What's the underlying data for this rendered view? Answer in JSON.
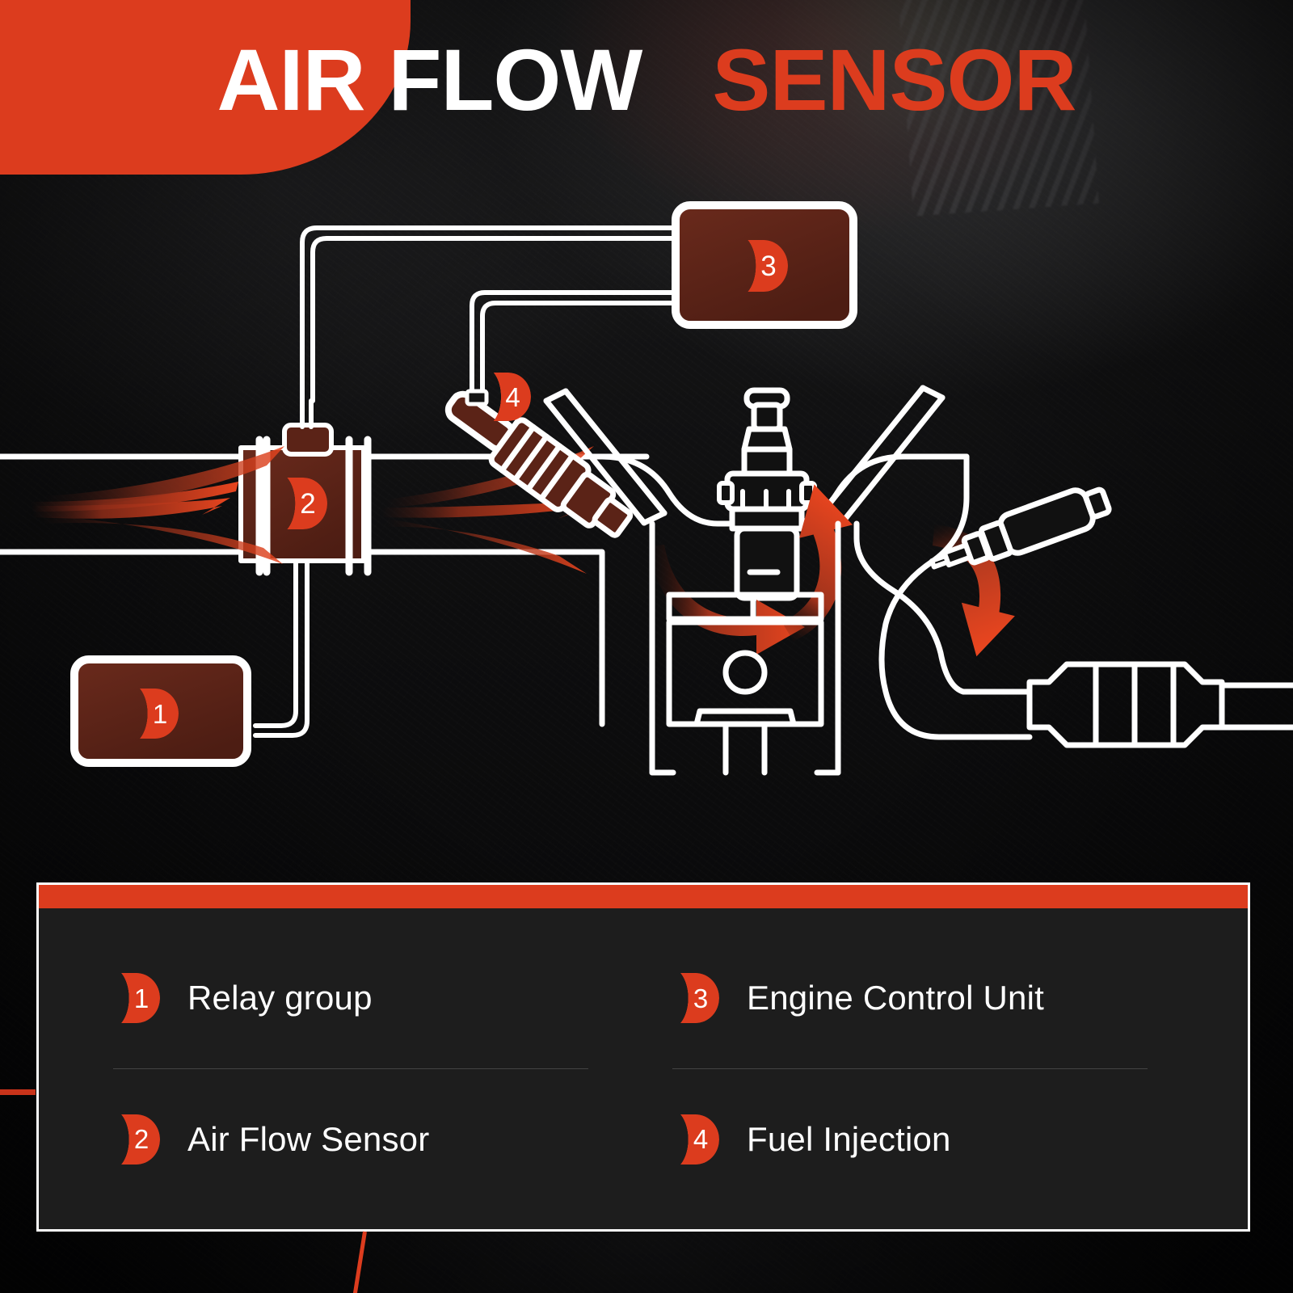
{
  "header": {
    "title_part1": "AIR FLOW",
    "title_part2": "SENSOR",
    "accent_color": "#dc3c1e"
  },
  "colors": {
    "accent": "#dc3c1e",
    "panel_bg": "#1d1d1d",
    "component_fill": "#5b2317",
    "stroke": "#ffffff",
    "background": "#0b0b0b"
  },
  "diagram": {
    "callouts": [
      {
        "id": "1",
        "name": "relay-group-box",
        "label": "1"
      },
      {
        "id": "2",
        "name": "air-flow-sensor-body",
        "label": "2"
      },
      {
        "id": "3",
        "name": "engine-control-unit-box",
        "label": "3"
      },
      {
        "id": "4",
        "name": "fuel-injector",
        "label": "4"
      }
    ],
    "parts": [
      "intake-duct",
      "air-flow-sensor",
      "fuel-injector",
      "spark-plug",
      "intake-valve",
      "exhaust-valve",
      "piston",
      "cylinder",
      "oxygen-sensor",
      "catalytic-converter",
      "exhaust-pipe",
      "wiring-harness"
    ],
    "flow_arrows": [
      "intake-air-flow",
      "intake-charge-flow",
      "combustion-flow",
      "exhaust-flow"
    ]
  },
  "legend": {
    "items": [
      {
        "number": "1",
        "label": "Relay group"
      },
      {
        "number": "3",
        "label": "Engine Control Unit"
      },
      {
        "number": "2",
        "label": "Air Flow Sensor"
      },
      {
        "number": "4",
        "label": "Fuel Injection"
      }
    ]
  }
}
